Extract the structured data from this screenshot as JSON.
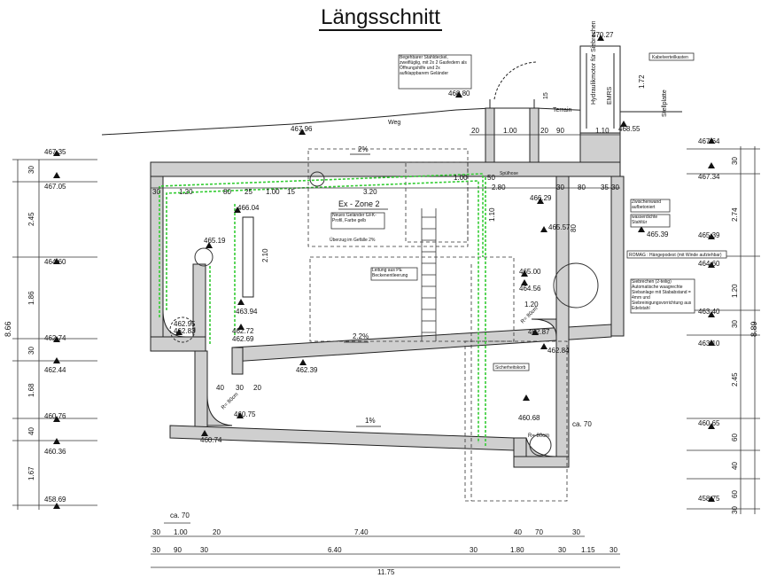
{
  "title": "Längsschnitt",
  "labels": {
    "weg": "Weg",
    "terrain": "Terrain",
    "ex_zone": "Ex - Zone 2",
    "slope_top": "2%",
    "slope_mid": "2.2%",
    "slope_low": "1%",
    "schachtdeckel": "Begehbarer Stahldeckel, zweiflüglig, mit 2x 2 Gasfedern als Öffnungshilfe und 2x aufklappbarem Geländer",
    "kabelverteilkasten": "Kabelverteilkasten",
    "hydraulikmotor": "Hydraulikmotor für Siebrechen",
    "emrs": "EMRS",
    "stellplatte": "Stellplatte",
    "gelaender": "Neues Geländer GFK-Profil, Farbe gelb",
    "ueberzug": "Überzug im Gefälle 2%",
    "leitung": "Leitung aus PE Beckenentleerung",
    "spuelhoese": "Spülhose",
    "zwischenwand": "Zwischenwand aufbetoniert",
    "wasserdichte": "wasserdichte Stahltür",
    "romag": "ROMAG : Hängepodest (mit Winde aufziehbar)",
    "siebrechen": "Siebrechen (2-teilig) Automatische waagrechte Siebanlage mit Stababstand = 4mm und Siebreinigungsvorrichtung aus Edelstahl",
    "sicherheitskorb": "Sicherheitskorb"
  },
  "elevations": {
    "e470_27": "470.27",
    "e468_80": "468.80",
    "e468_55": "468.55",
    "e467_96": "467.96",
    "e466_04": "466.04",
    "e466_29": "466.29",
    "e465_57": "465.57",
    "e465_39": "465.39",
    "e465_19": "465.19",
    "e465_00": "465.00",
    "e464_56": "464.56",
    "e463_94": "463.94",
    "e462_95": "462.95",
    "e462_83": "462.83",
    "e462_72": "462.72",
    "e462_69": "462.69",
    "e462_87": "462.87",
    "e462_84": "462.84",
    "e462_39": "462.39",
    "e460_75": "460.75",
    "e460_74": "460.74",
    "e460_68": "460.68",
    "left": [
      "467.35",
      "467.05",
      "464.60",
      "462.74",
      "462.44",
      "460.76",
      "460.36",
      "458.69"
    ],
    "right": [
      "467.64",
      "467.34",
      "465.39",
      "464.60",
      "463.40",
      "463.10",
      "460.65",
      "458.75"
    ]
  },
  "dims": {
    "left_total": "8.66",
    "right_total": "8.89",
    "left_chain": [
      "30",
      "2.45",
      "1.86",
      "30",
      "1.68",
      "40",
      "1.67"
    ],
    "right_chain": [
      "30",
      "2.74",
      "1.20",
      "30",
      "2.45",
      "60",
      "40",
      "60",
      "30"
    ],
    "top_row": [
      "30",
      "1.20",
      "80",
      "25",
      "1.00",
      "15",
      "3.20",
      "1.00",
      "50",
      "2.80",
      "30",
      "80",
      "35",
      "30"
    ],
    "shaft": [
      "20",
      "1.00",
      "20",
      "90",
      "1.10"
    ],
    "h_15": "15",
    "h_172": "1.72",
    "h_210": "2.10",
    "h_110": "1.10",
    "h_120": "1.20",
    "h_80": "80",
    "inner_40": "40",
    "inner_30": "30",
    "inner_20": "20",
    "ca70_right": "ca. 70",
    "radius_a": "R= 80cm",
    "radius_b": "R= 80cm",
    "radius_c": "R= 80cm",
    "bottom_ca70": "ca. 70",
    "bottom_row1": [
      "30",
      "1.00",
      "20",
      "7.40",
      "40",
      "70",
      "30"
    ],
    "bottom_row2": [
      "30",
      "90",
      "30",
      "6.40",
      "30",
      "1.80",
      "30",
      "1.15",
      "30"
    ],
    "bottom_total": "11.75"
  },
  "colors": {
    "concrete": "#c8c8c8",
    "dark_line": "#1a1a1a",
    "railing_green": "#33cc33"
  }
}
